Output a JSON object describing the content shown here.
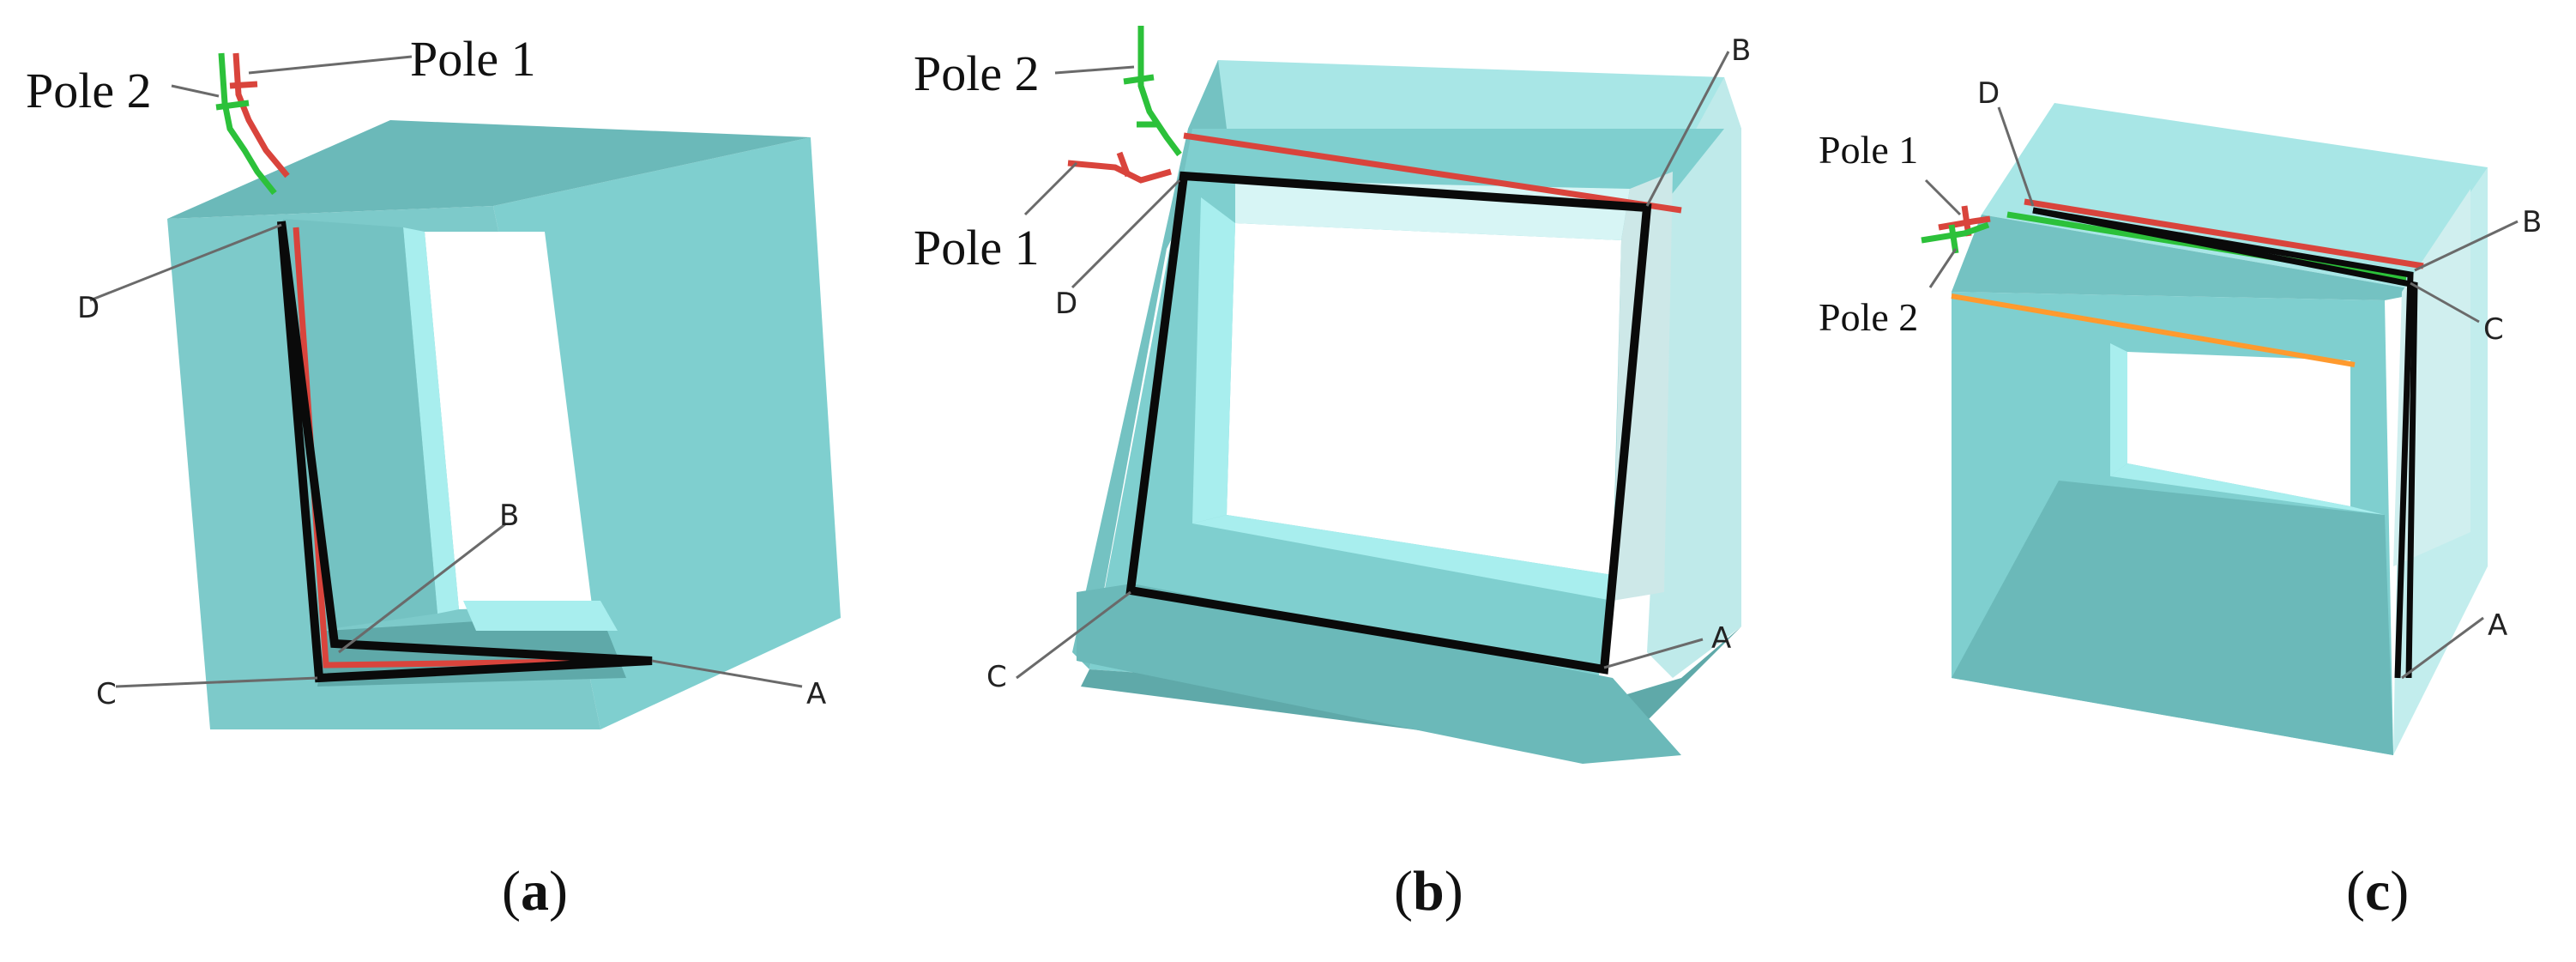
{
  "panels": [
    {
      "caption_open": "(",
      "caption_letter": "a",
      "caption_close": ")",
      "labels": {
        "pole1": "Pole 1",
        "pole2": "Pole 2",
        "A": "A",
        "B": "B",
        "C": "C",
        "D": "D"
      }
    },
    {
      "caption_open": "(",
      "caption_letter": "b",
      "caption_close": ")",
      "labels": {
        "pole1": "Pole 1",
        "pole2": "Pole 2",
        "A": "A",
        "B": "B",
        "C": "C",
        "D": "D"
      }
    },
    {
      "caption_open": "(",
      "caption_letter": "c",
      "caption_close": ")",
      "labels": {
        "pole1": "Pole 1",
        "pole2": "Pole 2",
        "A": "A",
        "B": "B",
        "C": "C",
        "D": "D"
      }
    }
  ],
  "colors": {
    "box_face": "#7fcfcf",
    "box_dark": "#5fa9a9",
    "box_light": "#a8e6e6",
    "interior_light": "#c5f3f3",
    "path": "#0a0a0a",
    "pole1": "#d9443c",
    "pole2": "#2cc13a",
    "orange_line": "#ff9a2e",
    "leader": "#6a6a6a"
  }
}
